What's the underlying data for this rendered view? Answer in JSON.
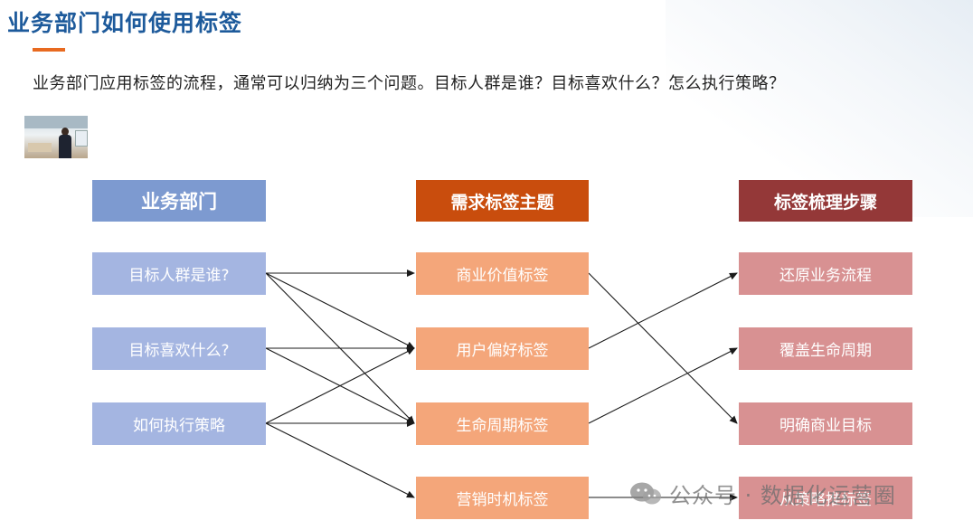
{
  "title": "业务部门如何使用标签",
  "intro": "业务部门应用标签的流程，通常可以归纳为三个问题。目标人群是谁？目标喜欢什么？怎么执行策略？",
  "columns": {
    "dept": {
      "header": "业务部门",
      "items": [
        "目标人群是谁?",
        "目标喜欢什么?",
        "如何执行策略"
      ]
    },
    "tags": {
      "header": "需求标签主题",
      "items": [
        "商业价值标签",
        "用户偏好标签",
        "生命周期标签",
        "营销时机标签"
      ]
    },
    "steps": {
      "header": "标签梳理步骤",
      "items": [
        "还原业务流程",
        "覆盖生命周期",
        "明确商业目标",
        "从策略推标签"
      ]
    }
  },
  "connections": {
    "dept_to_tags": [
      [
        0,
        0
      ],
      [
        0,
        1
      ],
      [
        0,
        2
      ],
      [
        1,
        1
      ],
      [
        1,
        2
      ],
      [
        2,
        1
      ],
      [
        2,
        2
      ],
      [
        2,
        3
      ]
    ],
    "tags_to_steps": [
      [
        0,
        2
      ],
      [
        1,
        0
      ],
      [
        2,
        1
      ],
      [
        3,
        3
      ]
    ]
  },
  "watermark": "公众号 · 数据化运营圈",
  "colors": {
    "title": "#1d5a9b",
    "accent_bar": "#e86a20",
    "dept_header": "#7d9ad0",
    "dept_item": "#a4b5e1",
    "tag_header": "#c94d0d",
    "tag_item": "#f4a67a",
    "step_header": "#943838",
    "step_item": "#d89192"
  }
}
